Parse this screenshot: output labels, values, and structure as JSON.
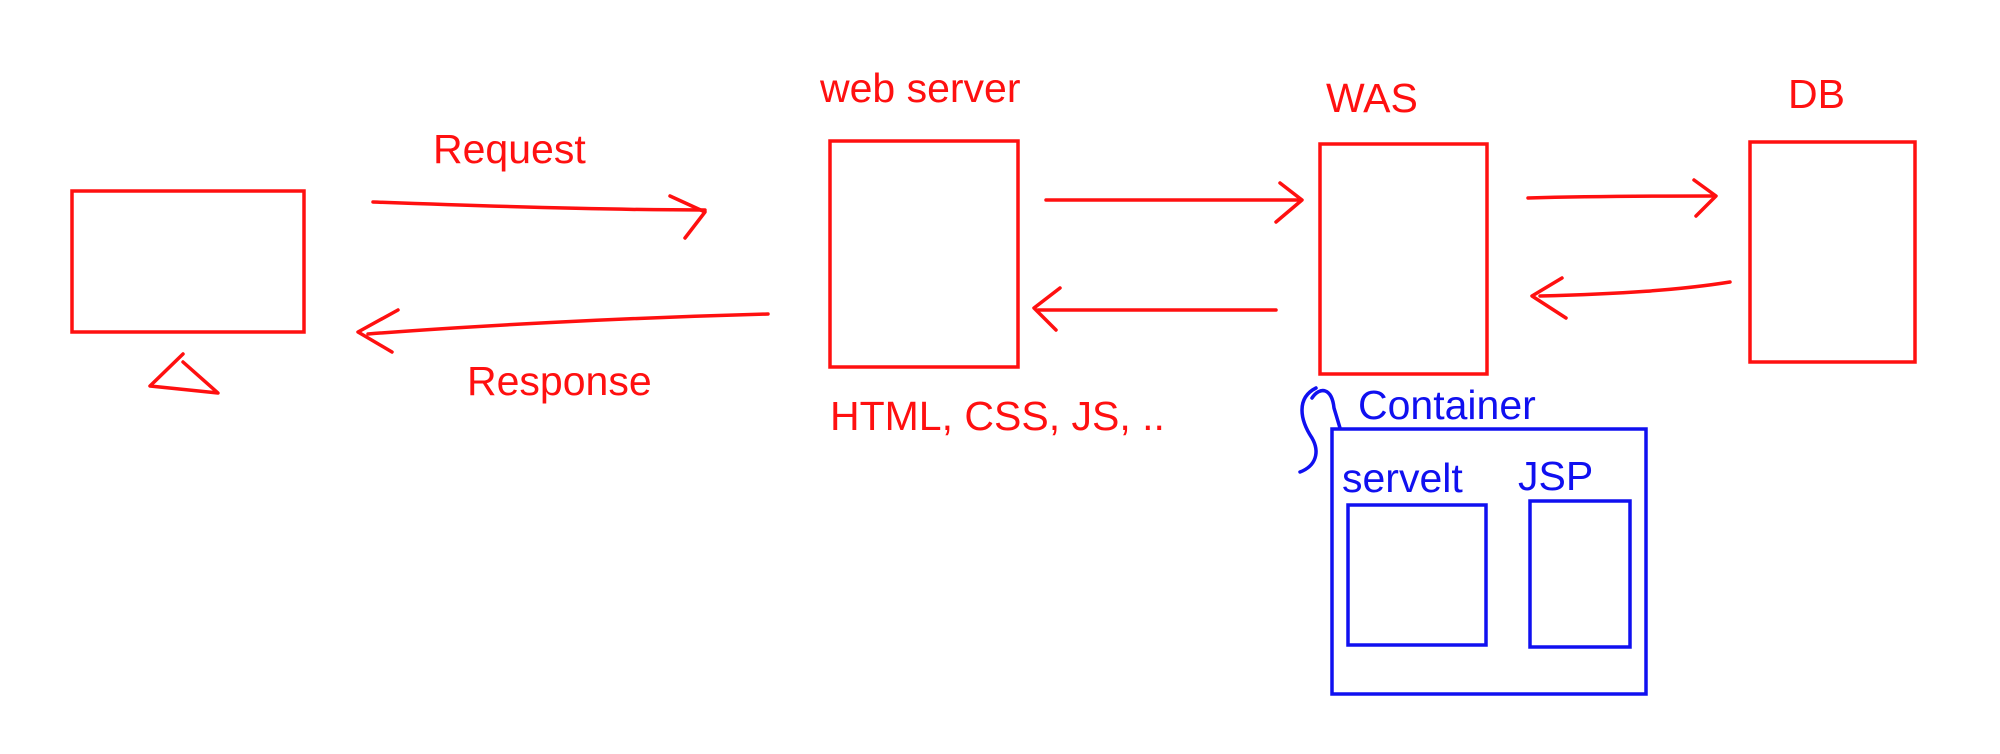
{
  "diagram": {
    "colors": {
      "stroke_red": "#ff1010",
      "stroke_blue": "#1010f0",
      "background": "#ffffff"
    },
    "labels": {
      "request": "Request",
      "response": "Response",
      "web_server": "web server",
      "web_server_content": "HTML, CSS, JS, ..",
      "was": "WAS",
      "db": "DB",
      "container": "Container",
      "servlet": "servelt",
      "jsp": "JSP"
    }
  }
}
